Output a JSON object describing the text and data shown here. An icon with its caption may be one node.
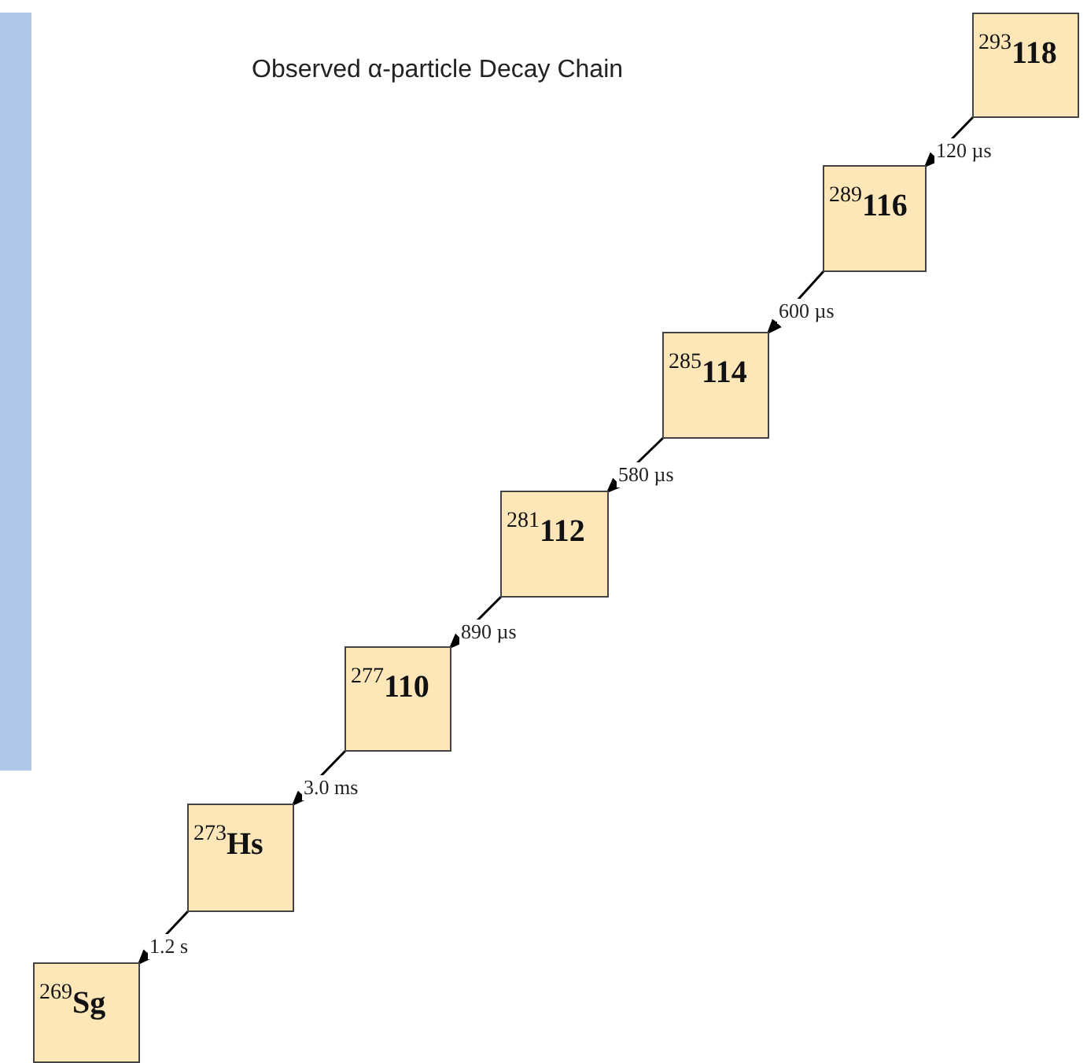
{
  "diagram": {
    "title": "Observed α-particle Decay Chain",
    "nodes": [
      {
        "text": [
          "$^{293}$**118**"
        ]
      },
      {
        "text": [
          "$^{289}$**116**"
        ]
      },
      {
        "text": [
          "$^{285}$**114**"
        ]
      },
      {
        "text": [
          "$^{281}$**112**"
        ]
      },
      {
        "text": [
          "$^{277}$**110**"
        ]
      },
      {
        "text": [
          "$^{273}$**Hs**"
        ]
      },
      {
        "text": [
          "$^{269}$**Sg**"
        ]
      }
    ],
    "edges": [
      {
        "from": 0,
        "to": 1,
        "arrow": "to",
        "label": "120 µs"
      },
      {
        "from": 1,
        "to": 2,
        "arrow": "to",
        "label": "600 µs"
      },
      {
        "from": 2,
        "to": 3,
        "arrow": "to",
        "label": "580 µs"
      },
      {
        "from": 3,
        "to": 4,
        "arrow": "to",
        "label": "890 µs"
      },
      {
        "from": 4,
        "to": 5,
        "arrow": "to",
        "label": "3.0 ms"
      },
      {
        "from": 5,
        "to": 6,
        "arrow": "to",
        "label": "1.2 s"
      }
    ]
  }
}
